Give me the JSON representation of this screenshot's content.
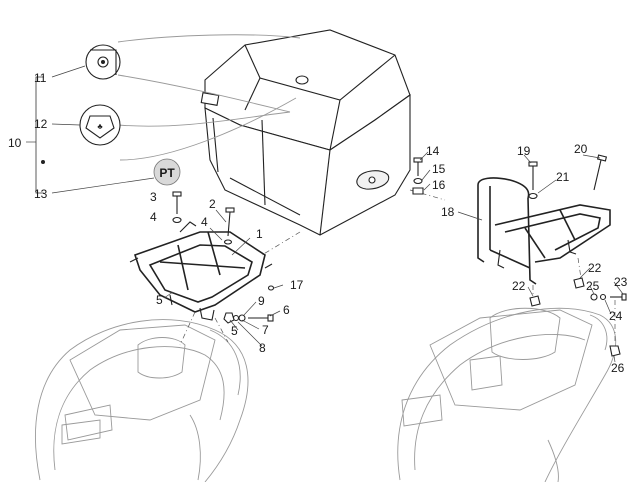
{
  "callouts": {
    "c1": "1",
    "c2": "2",
    "c3": "3",
    "c4a": "4",
    "c4b": "4",
    "c5a": "5",
    "c5b": "5",
    "c6": "6",
    "c7": "7",
    "c8": "8",
    "c9": "9",
    "c10": "10",
    "c11": "11",
    "c12": "12",
    "c13": "13",
    "c14": "14",
    "c15": "15",
    "c16": "16",
    "c17": "17",
    "c18": "18",
    "c19": "19",
    "c20": "20",
    "c21": "21",
    "c22a": "22",
    "c22b": "22",
    "c23": "23",
    "c24": "24",
    "c25": "25",
    "c26": "26"
  },
  "badge": {
    "pt": "PT"
  },
  "colors": {
    "line": "#222222",
    "background": "#ffffff",
    "badge_fill": "#d9d9d9"
  }
}
